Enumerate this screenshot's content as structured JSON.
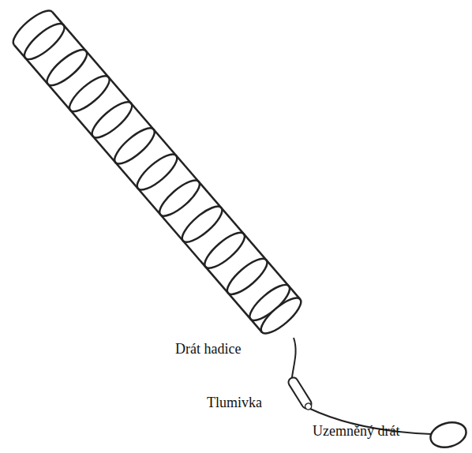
{
  "diagram": {
    "labels": [
      "Drát hadice",
      "Tlumivka",
      "Uzemněný drát"
    ]
  }
}
